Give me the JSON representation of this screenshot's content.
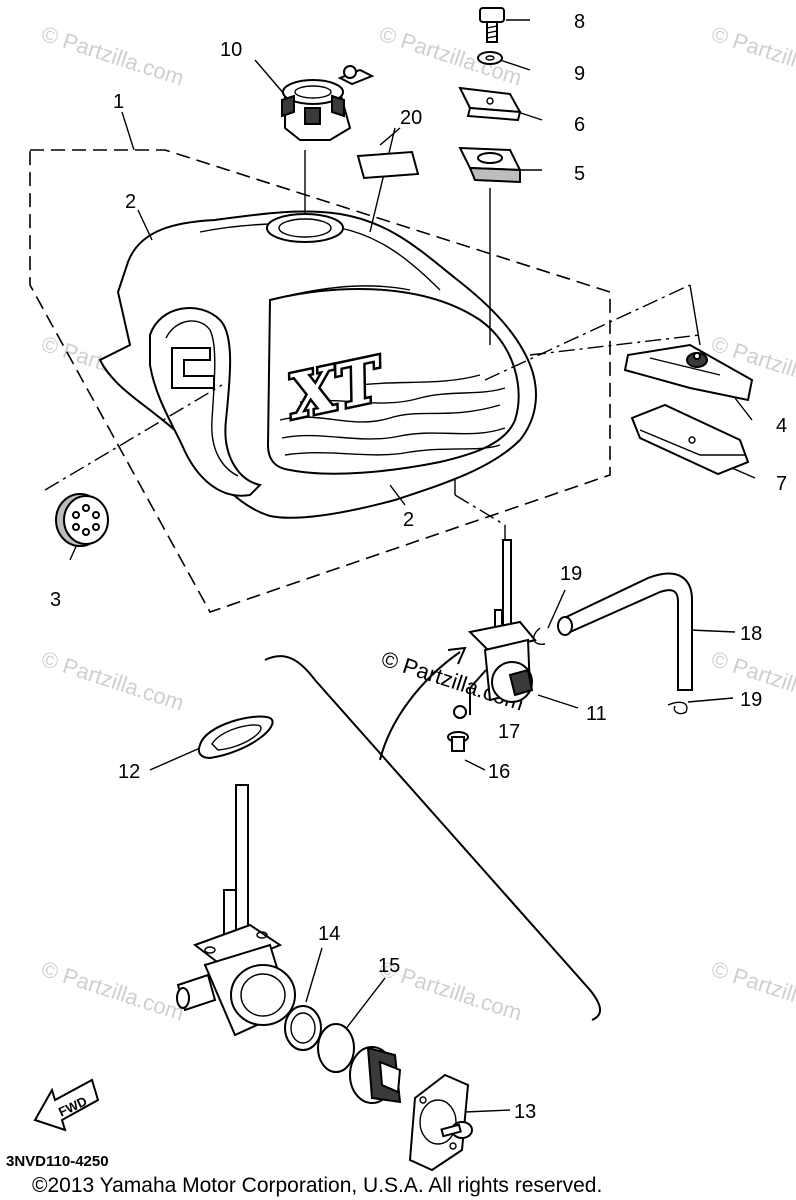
{
  "diagram": {
    "callouts": [
      {
        "id": "c1",
        "text": "1"
      },
      {
        "id": "c2a",
        "text": "2"
      },
      {
        "id": "c2b",
        "text": "2"
      },
      {
        "id": "c3",
        "text": "3"
      },
      {
        "id": "c4",
        "text": "4"
      },
      {
        "id": "c5",
        "text": "5"
      },
      {
        "id": "c6",
        "text": "6"
      },
      {
        "id": "c7",
        "text": "7"
      },
      {
        "id": "c8",
        "text": "8"
      },
      {
        "id": "c9",
        "text": "9"
      },
      {
        "id": "c10",
        "text": "10"
      },
      {
        "id": "c11",
        "text": "11"
      },
      {
        "id": "c12",
        "text": "12"
      },
      {
        "id": "c13",
        "text": "13"
      },
      {
        "id": "c14",
        "text": "14"
      },
      {
        "id": "c15",
        "text": "15"
      },
      {
        "id": "c16",
        "text": "16"
      },
      {
        "id": "c17",
        "text": "17"
      },
      {
        "id": "c18",
        "text": "18"
      },
      {
        "id": "c19a",
        "text": "19"
      },
      {
        "id": "c19b",
        "text": "19"
      },
      {
        "id": "c20",
        "text": "20"
      }
    ],
    "tank_logo": "XT",
    "fwd_label": "FWD",
    "part_code": "3NVD110-4250",
    "watermark": "© Partzilla.com",
    "center_watermark": "© Partzilla.com",
    "copyright": "©2013 Yamaha Motor Corporation, U.S.A. All rights reserved."
  }
}
